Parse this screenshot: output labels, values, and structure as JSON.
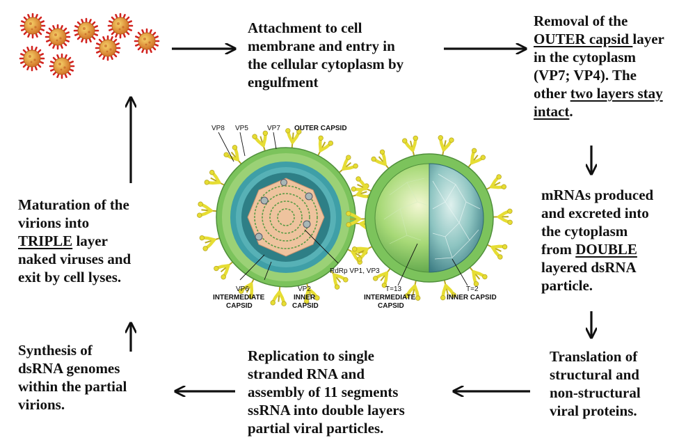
{
  "steps": {
    "attachment": [
      "Attachment to cell",
      "membrane and entry in",
      "the cellular cytoplasm by",
      "engulfment"
    ],
    "removal": {
      "l1": "Removal of the",
      "l2_u": "OUTER capsid ",
      "l2_rest": "layer",
      "l3": "in the cytoplasm",
      "l4": "(VP7; VP4). The",
      "l5_pre": "other ",
      "l5_u": "two layers stay",
      "l6_u": "intact",
      "l6_rest": "."
    },
    "mrna": {
      "l1": "mRNAs produced",
      "l2": "and excreted into",
      "l3": "the cytoplasm",
      "l4_pre": "from ",
      "l4_u": "DOUBLE",
      "l5": "layered dsRNA",
      "l6": "particle."
    },
    "translation": [
      "Translation  of",
      "structural  and",
      "non-structural",
      "viral proteins."
    ],
    "replication": [
      "Replication to single",
      "stranded RNA and",
      "assembly of 11 segments",
      "ssRNA into double layers",
      "partial viral particles."
    ],
    "synthesis": [
      "Synthesis of",
      "dsRNA genomes",
      "within the partial",
      "virions."
    ],
    "maturation": {
      "l1": "Maturation of the",
      "l2": "virions into",
      "l3_u": "TRIPLE",
      "l3_rest": " layer",
      "l4": "naked viruses and",
      "l5": "exit by cell lyses."
    }
  },
  "labels": {
    "vp8": "VP8",
    "vp5": "VP5",
    "vp7": "VP7",
    "outer_capsid": "OUTER CAPSID",
    "rdrp": "RdRp VP1, VP3",
    "vp6": "VP6",
    "intermediate": "INTERMEDIATE",
    "capsid": "CAPSID",
    "vp2": "VP2",
    "inner": "INNER",
    "t13": "T=13",
    "t2": "T=2",
    "inner_capsid": "INNER CAPSID"
  },
  "colors": {
    "virus_body": "#e0a23a",
    "virus_spikes": "#d2231f",
    "outer_green": "#7cc35c",
    "spike_yellow": "#e6dd33",
    "teal_layer": "#3f9fa7",
    "core_salmon": "#eec39e",
    "inner_teal": "#4f969b"
  }
}
